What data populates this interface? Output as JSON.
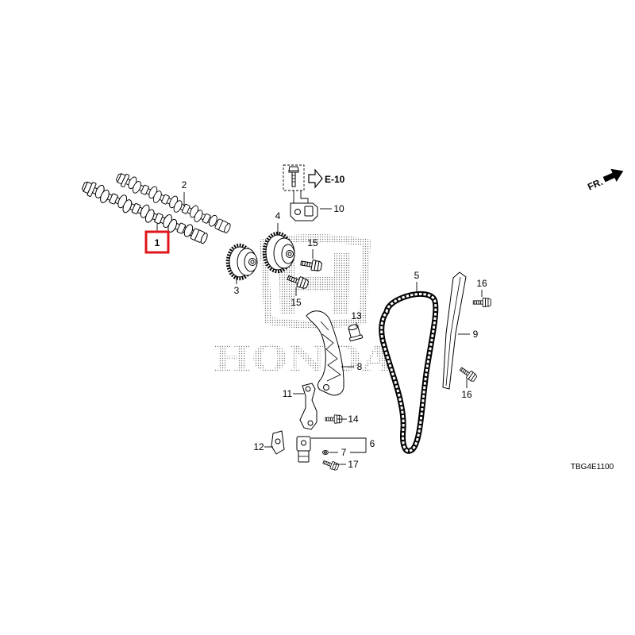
{
  "diagram": {
    "callouts": {
      "part_1": "1",
      "part_2": "2",
      "part_3": "3",
      "part_4": "4",
      "part_5": "5",
      "part_6": "6",
      "part_7": "7",
      "part_8": "8",
      "part_9": "9",
      "part_10": "10",
      "part_11": "11",
      "part_12": "12",
      "part_13": "13",
      "part_14": "14",
      "part_15_upper": "15",
      "part_15_lower": "15",
      "part_16_upper": "16",
      "part_16_lower": "16",
      "part_17": "17"
    },
    "reference_arrow": "E-10",
    "front_indicator": "FR.",
    "diagram_code": "TBG4E1100",
    "watermark": "HONDA"
  },
  "colors": {
    "highlight": "#e0141b",
    "line": "#000000",
    "watermark_dots": "#7a7a7a",
    "background": "#ffffff"
  }
}
